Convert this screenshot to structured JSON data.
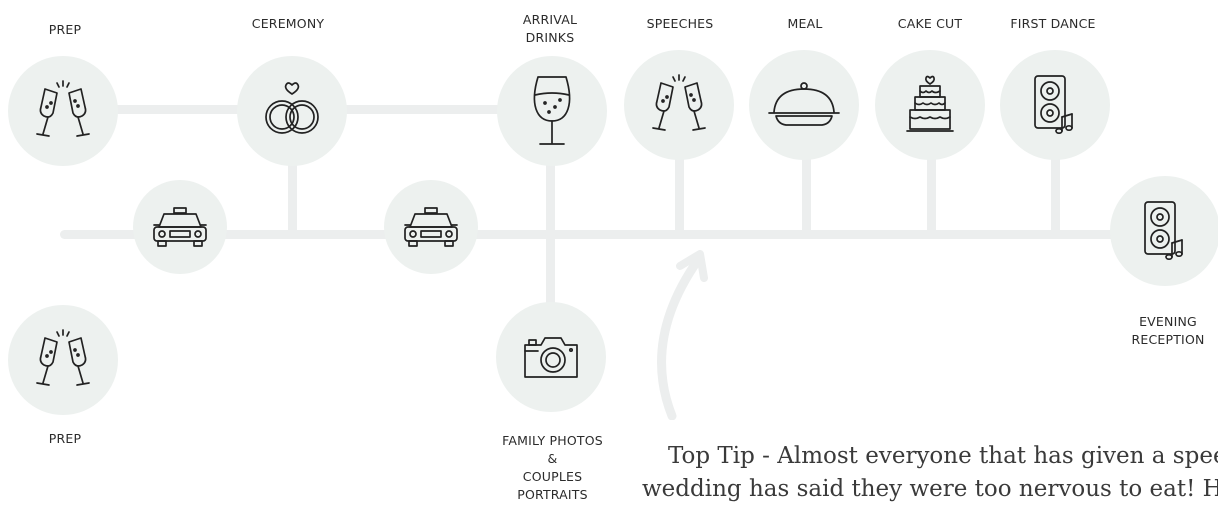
{
  "events": {
    "prep_top": "PREP",
    "ceremony": "CEREMONY",
    "arrival_drinks": [
      "ARRIVAL",
      "DRINKS"
    ],
    "speeches": "SPEECHES",
    "meal": "MEAL",
    "cake_cut": "CAKE CUT",
    "first_dance": "FIRST DANCE",
    "evening_reception": [
      "EVENING",
      "RECEPTION"
    ],
    "prep_bottom": "PREP",
    "family_photos": [
      "FAMILY PHOTOS",
      "&",
      "COUPLES",
      "PORTRAITS"
    ]
  },
  "tip": {
    "line1": "Top Tip - Almost everyone that has given a spee",
    "line2": "wedding has said they were too nervous to eat! Ha"
  },
  "colors": {
    "circle": "#edf1ef",
    "connector": "#eceeee",
    "icon": "#222222"
  },
  "icons": [
    "champagne-icon",
    "rings-icon",
    "car-icon",
    "wine-glass-icon",
    "cloche-icon",
    "cake-icon",
    "speaker-music-icon",
    "camera-icon"
  ]
}
